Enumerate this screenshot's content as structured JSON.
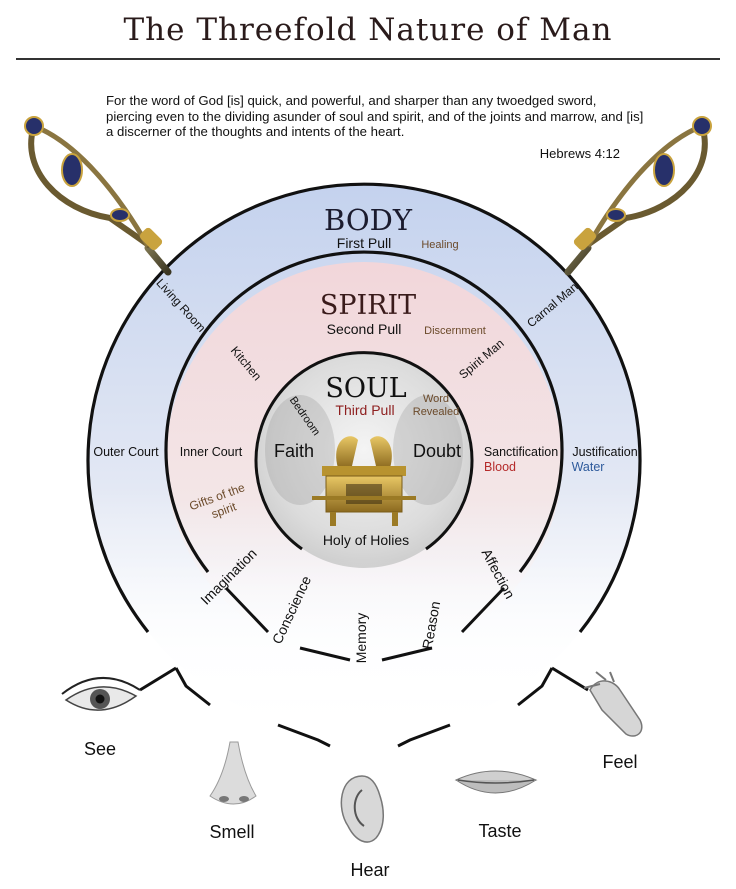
{
  "title": "The Threefold Nature of Man",
  "verse": "For the word of God [is] quick, and powerful, and sharper than any twoedged sword, piercing even to the dividing asunder of soul and spirit, and of the joints and marrow, and [is] a discerner of the thoughts and intents of the heart.",
  "verse_ref": "Hebrews 4:12",
  "body": {
    "title": "BODY",
    "pull": "First Pull",
    "note": "Healing",
    "left_upper": "Living Room",
    "left_mid": "Outer Court",
    "right_upper": "Carnal Man",
    "right_mid": "Justification",
    "right_mid_sub": "Water"
  },
  "spirit": {
    "title": "SPIRIT",
    "pull": "Second Pull",
    "note": "Discernment",
    "left_upper": "Kitchen",
    "left_mid": "Inner Court",
    "left_lower": "Gifts of the spirit",
    "right_upper": "Spirit Man",
    "right_mid": "Sanctification",
    "right_mid_sub": "Blood"
  },
  "soul": {
    "title": "SOUL",
    "pull": "Third Pull",
    "note_line1": "Word",
    "note_line2": "Revealed",
    "left_upper": "Bedroom",
    "left": "Faith",
    "right": "Doubt",
    "bottom": "Holy of Holies"
  },
  "soul_faculties": [
    "Imagination",
    "Conscience",
    "Memory",
    "Reason",
    "Affection"
  ],
  "senses": [
    "See",
    "Smell",
    "Hear",
    "Taste",
    "Feel"
  ],
  "colors": {
    "outer_ring_top": "#c6d3ee",
    "middle_ring_top": "#f1d9dc",
    "inner_core": "#e4e4e4",
    "ring_stroke": "#111111",
    "note_brown": "#6b4a2a",
    "pull_red": "#8e1f1f",
    "blood_red": "#b52a2a",
    "water_blue": "#2e5a9c",
    "gold": "#c9a33e"
  }
}
